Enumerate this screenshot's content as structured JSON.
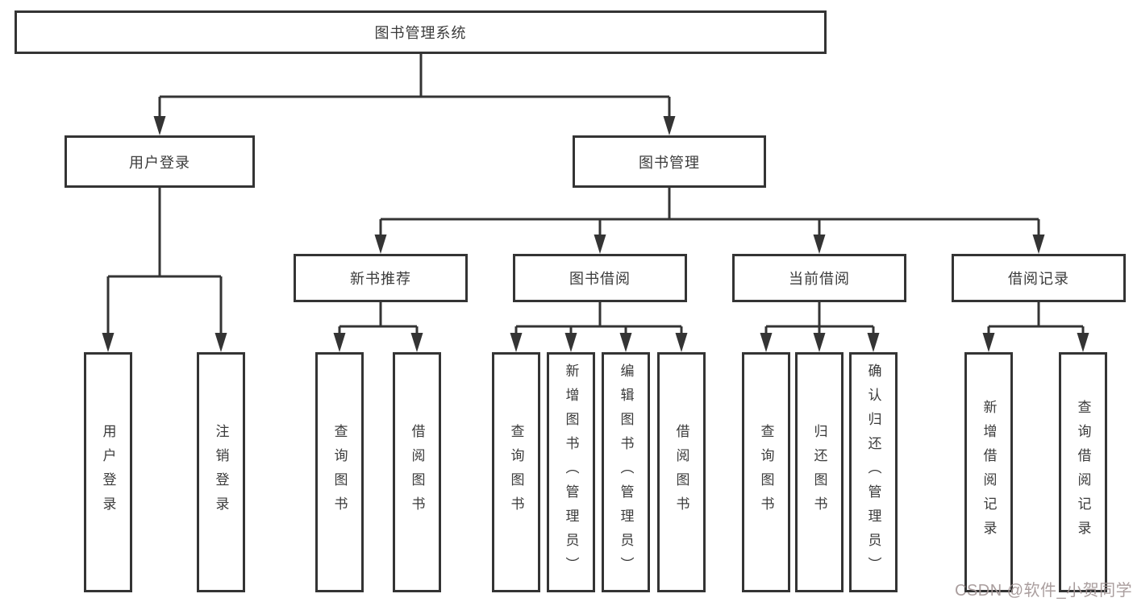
{
  "diagram": {
    "root": {
      "label": "图书管理系统"
    },
    "branches": [
      {
        "label": "用户登录",
        "children": [
          {
            "label": "用户登录"
          },
          {
            "label": "注销登录"
          }
        ]
      },
      {
        "label": "图书管理",
        "children": [
          {
            "label": "新书推荐",
            "children": [
              {
                "label": "查询图书"
              },
              {
                "label": "借阅图书"
              }
            ]
          },
          {
            "label": "图书借阅",
            "children": [
              {
                "label": "查询图书"
              },
              {
                "label": "新增图书（管理员）"
              },
              {
                "label": "编辑图书（管理员）"
              },
              {
                "label": "借阅图书"
              }
            ]
          },
          {
            "label": "当前借阅",
            "children": [
              {
                "label": "查询图书"
              },
              {
                "label": "归还图书"
              },
              {
                "label": "确认归还（管理员）"
              }
            ]
          },
          {
            "label": "借阅记录",
            "children": [
              {
                "label": "新增借阅记录"
              },
              {
                "label": "查询借阅记录"
              }
            ]
          }
        ]
      }
    ]
  },
  "watermark": {
    "text": "CSDN @软件_小贺同学"
  },
  "colors": {
    "line": "#343434",
    "box_border": "#343434",
    "text": "#3b3b3b",
    "background": "#ffffff",
    "watermark": "#a39696"
  }
}
